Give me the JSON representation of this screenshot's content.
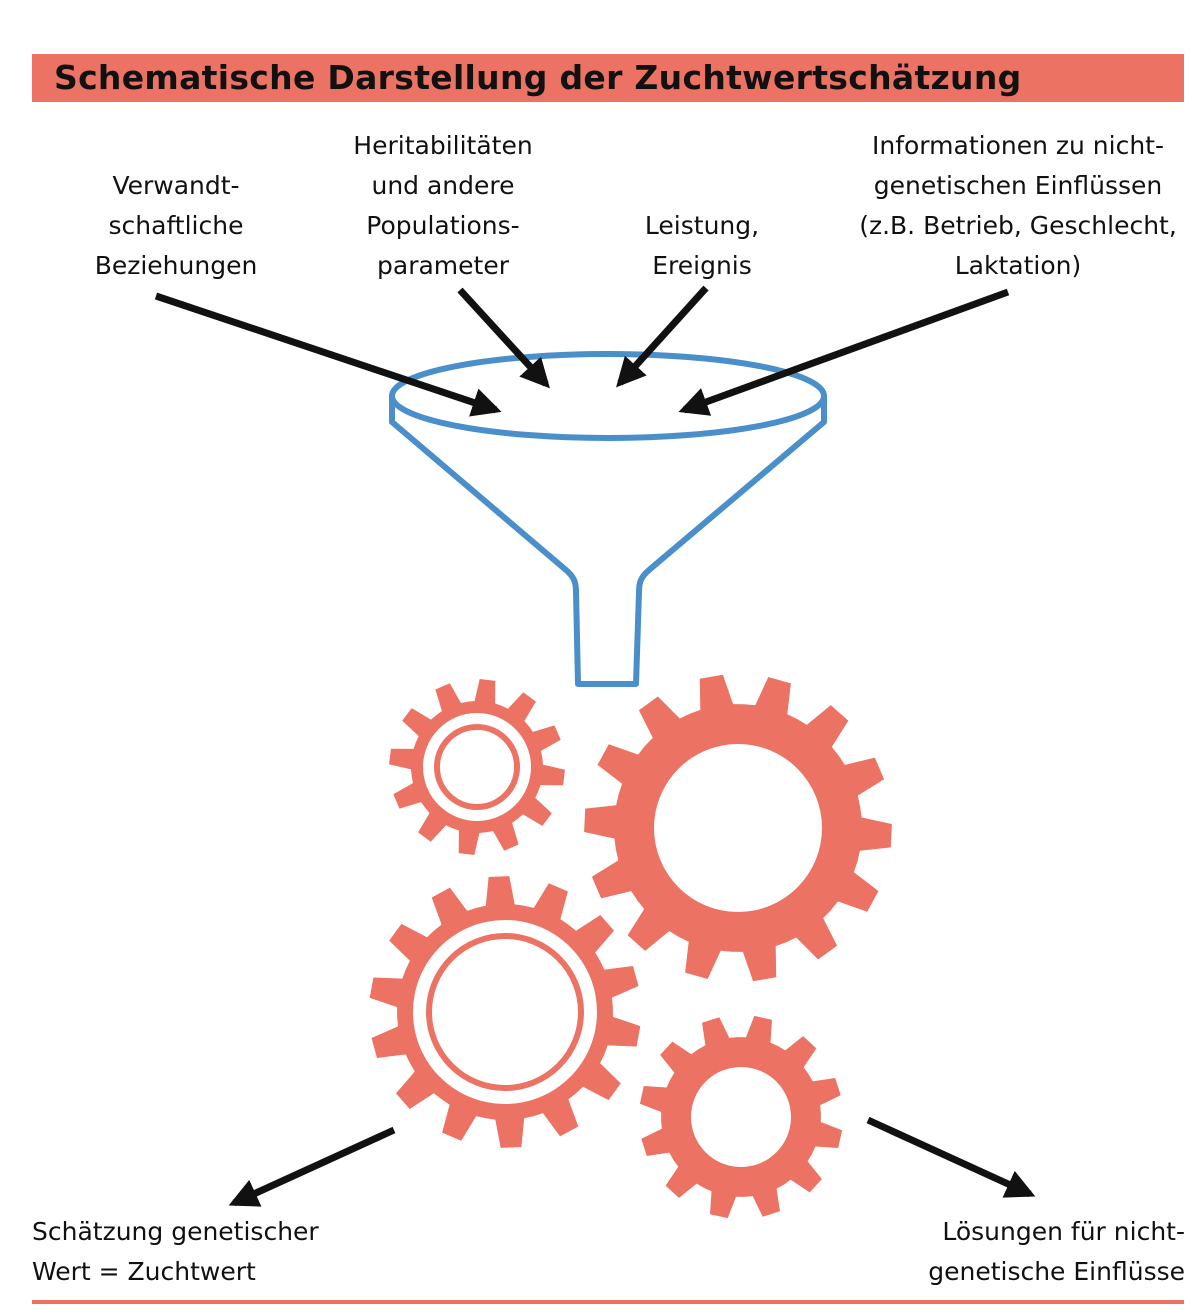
{
  "title": "Schematische Darstellung der Zuchtwertschätzung",
  "inputs": {
    "kinship": [
      "Verwandt-",
      "schaftliche",
      "Beziehungen"
    ],
    "heritability": [
      "Heritabilitäten",
      "und andere",
      "Populations-",
      "parameter"
    ],
    "performance": [
      "Leistung,",
      "Ereignis"
    ],
    "non_genetic_info": [
      "Informationen zu nicht-",
      "genetischen Einflüssen",
      "(z.B. Betrieb, Geschlecht,",
      "Laktation)"
    ]
  },
  "outputs": {
    "breeding_value": [
      "Schätzung genetischer",
      "Wert = Zuchtwert"
    ],
    "non_genetic_solutions": [
      "Lösungen für nicht-",
      "genetische Einflüsse"
    ]
  },
  "colors": {
    "accent": "#ec7363",
    "funnel": "#4a8fc9",
    "arrow": "#111111"
  }
}
